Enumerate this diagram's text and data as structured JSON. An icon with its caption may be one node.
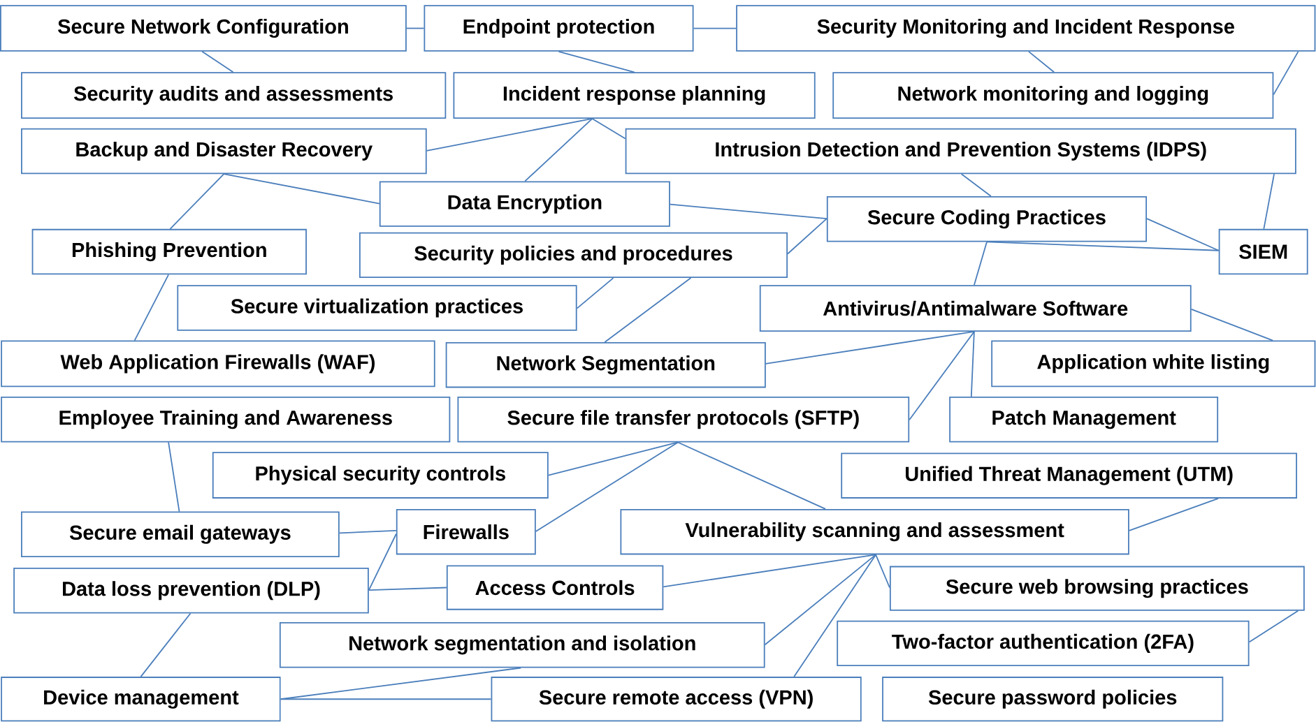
{
  "diagram": {
    "nodes": [
      {
        "text": [
          "Secure Network Configuration"
        ]
      },
      {
        "text": [
          "Endpoint protection"
        ]
      },
      {
        "text": [
          "Security Monitoring and Incident Response"
        ]
      },
      {
        "text": [
          "Security audits and assessments"
        ]
      },
      {
        "text": [
          "Incident response planning"
        ]
      },
      {
        "text": [
          "Network monitoring and logging"
        ]
      },
      {
        "text": [
          "Backup and Disaster Recovery"
        ]
      },
      {
        "text": [
          "Intrusion Detection and Prevention Systems (IDPS)"
        ]
      },
      {
        "text": [
          "Data Encryption"
        ]
      },
      {
        "text": [
          "Secure Coding Practices"
        ]
      },
      {
        "text": [
          "SIEM"
        ]
      },
      {
        "text": [
          "Phishing Prevention"
        ]
      },
      {
        "text": [
          "Security policies and procedures"
        ]
      },
      {
        "text": [
          "Secure virtualization practices"
        ]
      },
      {
        "text": [
          "Antivirus/Antimalware Software"
        ]
      },
      {
        "text": [
          "Web Application Firewalls (WAF)"
        ]
      },
      {
        "text": [
          "Network Segmentation"
        ]
      },
      {
        "text": [
          "Application white listing"
        ]
      },
      {
        "text": [
          "Employee Training and Awareness"
        ]
      },
      {
        "text": [
          "Secure file transfer protocols (SFTP)"
        ]
      },
      {
        "text": [
          "Patch Management"
        ]
      },
      {
        "text": [
          "Physical security controls"
        ]
      },
      {
        "text": [
          "Unified Threat Management (UTM)"
        ]
      },
      {
        "text": [
          "Secure email gateways"
        ]
      },
      {
        "text": [
          "Firewalls"
        ]
      },
      {
        "text": [
          "Vulnerability scanning and assessment"
        ]
      },
      {
        "text": [
          "Data loss prevention (DLP)"
        ]
      },
      {
        "text": [
          "Access Controls"
        ]
      },
      {
        "text": [
          "Secure web browsing practices"
        ]
      },
      {
        "text": [
          "Network segmentation and isolation"
        ]
      },
      {
        "text": [
          "Two-factor authentication (2FA)"
        ]
      },
      {
        "text": [
          "Device management"
        ]
      },
      {
        "text": [
          "Secure remote access (VPN)"
        ]
      },
      {
        "text": [
          "Secure password policies"
        ]
      }
    ],
    "edges": [
      {
        "from": 0,
        "to": 1,
        "arrow": "none"
      },
      {
        "from": 1,
        "to": 2,
        "arrow": "none"
      },
      {
        "from": 0,
        "to": 3,
        "arrow": "none"
      },
      {
        "from": 1,
        "to": 4,
        "arrow": "none"
      },
      {
        "from": 2,
        "to": 5,
        "arrow": "none"
      },
      {
        "from": 2,
        "to": 5,
        "arrow": "none"
      },
      {
        "from": 4,
        "to": 6,
        "arrow": "none"
      },
      {
        "from": 4,
        "to": 8,
        "arrow": "none"
      },
      {
        "from": 4,
        "to": 7,
        "arrow": "none"
      },
      {
        "from": 6,
        "to": 11,
        "arrow": "none"
      },
      {
        "from": 6,
        "to": 8,
        "arrow": "none"
      },
      {
        "from": 7,
        "to": 9,
        "arrow": "none"
      },
      {
        "from": 7,
        "to": 10,
        "arrow": "none"
      },
      {
        "from": 8,
        "to": 9,
        "arrow": "none"
      },
      {
        "from": 12,
        "to": 9,
        "arrow": "none"
      },
      {
        "from": 9,
        "to": 10,
        "arrow": "none"
      },
      {
        "from": 9,
        "to": 10,
        "arrow": "none"
      },
      {
        "from": 9,
        "to": 14,
        "arrow": "none"
      },
      {
        "from": 11,
        "to": 15,
        "arrow": "none"
      },
      {
        "from": 12,
        "to": 13,
        "arrow": "none"
      },
      {
        "from": 12,
        "to": 16,
        "arrow": "none"
      },
      {
        "from": 14,
        "to": 16,
        "arrow": "none"
      },
      {
        "from": 14,
        "to": 17,
        "arrow": "none"
      },
      {
        "from": 14,
        "to": 19,
        "arrow": "none"
      },
      {
        "from": 14,
        "to": 20,
        "arrow": "none"
      },
      {
        "from": 18,
        "to": 23,
        "arrow": "none"
      },
      {
        "from": 19,
        "to": 21,
        "arrow": "none"
      },
      {
        "from": 19,
        "to": 24,
        "arrow": "none"
      },
      {
        "from": 19,
        "to": 25,
        "arrow": "none"
      },
      {
        "from": 22,
        "to": 25,
        "arrow": "none"
      },
      {
        "from": 23,
        "to": 24,
        "arrow": "none"
      },
      {
        "from": 24,
        "to": 26,
        "arrow": "none"
      },
      {
        "from": 26,
        "to": 27,
        "arrow": "none"
      },
      {
        "from": 26,
        "to": 31,
        "arrow": "none"
      },
      {
        "from": 25,
        "to": 27,
        "arrow": "none"
      },
      {
        "from": 25,
        "to": 28,
        "arrow": "none"
      },
      {
        "from": 25,
        "to": 29,
        "arrow": "none"
      },
      {
        "from": 25,
        "to": 32,
        "arrow": "none"
      },
      {
        "from": 28,
        "to": 30,
        "arrow": "none"
      },
      {
        "from": 29,
        "to": 31,
        "arrow": "none"
      },
      {
        "from": 31,
        "to": 32,
        "arrow": "none"
      }
    ]
  }
}
